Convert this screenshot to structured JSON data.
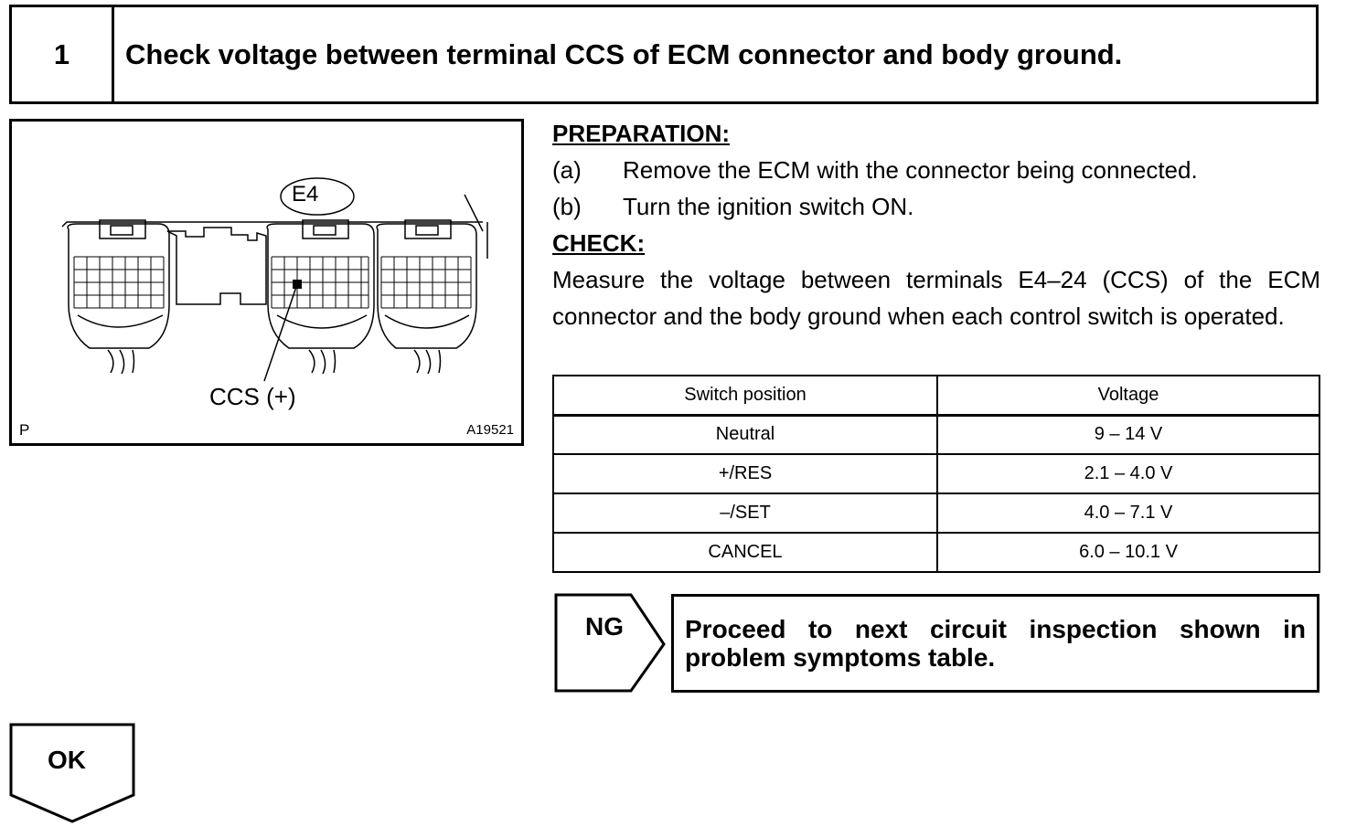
{
  "step": {
    "number": "1",
    "title": "Check voltage between terminal CCS of ECM connector and body ground."
  },
  "figure": {
    "connector_label": "E4",
    "terminal_label": "CCS (+)",
    "corner_label": "P",
    "figure_id": "A19521"
  },
  "preparation": {
    "heading": "PREPARATION:",
    "steps": [
      {
        "label": "(a)",
        "text": "Remove the ECM with the connector being connected."
      },
      {
        "label": "(b)",
        "text": "Turn the ignition switch ON."
      }
    ]
  },
  "check": {
    "heading": "CHECK:",
    "text": "Measure the voltage between terminals E4–24 (CCS) of the ECM connector and the body ground when each control switch is operated."
  },
  "table": {
    "headers": [
      "Switch position",
      "Voltage"
    ],
    "rows": [
      [
        "Neutral",
        "9 – 14 V"
      ],
      [
        "+/RES",
        "2.1 – 4.0 V"
      ],
      [
        "–/SET",
        "4.0 – 7.1 V"
      ],
      [
        "CANCEL",
        "6.0 – 10.1 V"
      ]
    ]
  },
  "ng": {
    "label": "NG",
    "result": "Proceed to next circuit inspection shown in problem symptoms table."
  },
  "ok": {
    "label": "OK"
  }
}
